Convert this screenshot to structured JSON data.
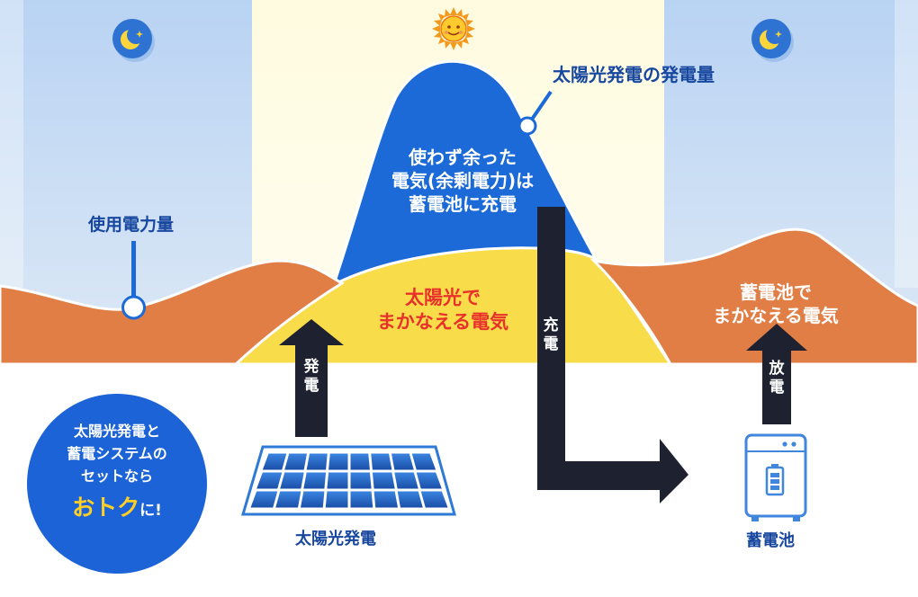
{
  "labels": {
    "solar_generation_amount": "太陽光発電の発電量",
    "surplus": [
      "使わず余った",
      "電気(余剰電力)は",
      "蓄電池に充電"
    ],
    "usage_amount": "使用電力量",
    "solar_covered": [
      "太陽光で",
      "まかなえる電気"
    ],
    "battery_covered": [
      "蓄電池で",
      "まかなえる電気"
    ],
    "generation_arrow": [
      "発",
      "電"
    ],
    "charge_arrow": [
      "充",
      "電"
    ],
    "discharge_arrow": [
      "放",
      "電"
    ],
    "solar_panel": "太陽光発電",
    "battery": "蓄電池"
  },
  "promo": {
    "lines": [
      "太陽光発電と",
      "蓄電システムの",
      "セットなら"
    ],
    "highlight": "おトク",
    "suffix": "に!"
  },
  "icons": {
    "night_left": "moon-icon",
    "day": "sun-icon",
    "night_right": "moon-icon",
    "panel": "solar-panel-icon",
    "battery": "battery-icon"
  },
  "colors": {
    "night_sky": "#b8d4f2",
    "day_sky": "#fffbe3",
    "usage": "#e07e46",
    "solar_covered": "#f9dc4a",
    "generation": "#1b6ad8",
    "arrow": "#1d2130",
    "text_blue": "#17479e",
    "text_red": "#e8312a",
    "highlight": "#ffcf26"
  }
}
